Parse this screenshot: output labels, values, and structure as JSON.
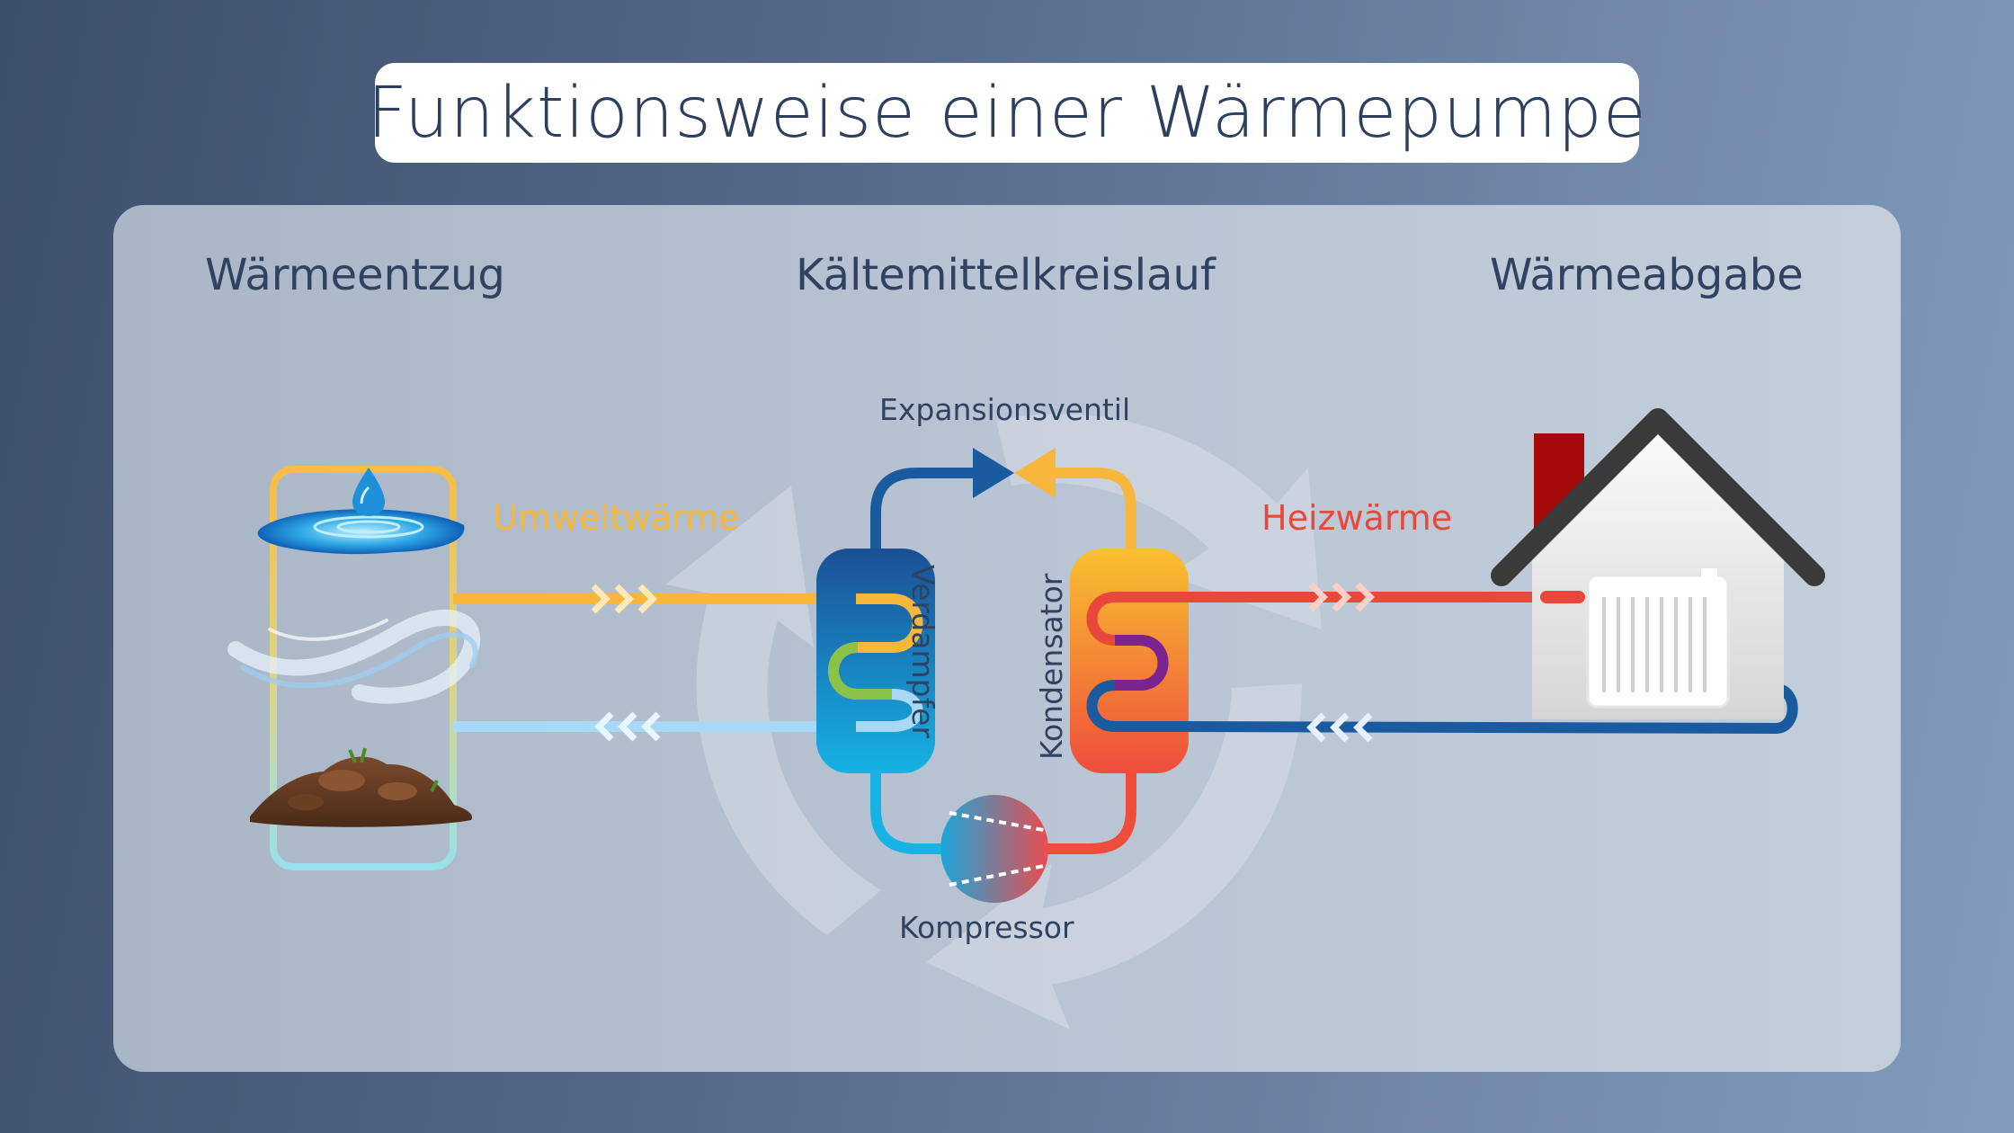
{
  "title": "Funktionsweise einer Wärmepumpe",
  "sections": {
    "source": "Wärmeentzug",
    "cycle": "Kältemittelkreislauf",
    "output": "Wärmeabgabe"
  },
  "labels": {
    "expansion_valve": "Expansionsventil",
    "evaporator": "Verdampfer",
    "condenser": "Kondensator",
    "compressor": "Kompressor",
    "ambient_heat": "Umweltwärme",
    "heating_heat": "Heizwärme"
  },
  "colors": {
    "ambient_heat": "#f6b73c",
    "heating_heat": "#e8483a",
    "cold_line": "#a7d8f5",
    "return_line": "#1a5a9e",
    "title_text": "#2d3f5e"
  },
  "icons": {
    "water": "water-pond-icon",
    "air": "air-swirl-icon",
    "soil": "soil-pile-icon",
    "house": "house-icon",
    "radiator": "radiator-icon",
    "cycle": "cycle-arrows-icon"
  }
}
